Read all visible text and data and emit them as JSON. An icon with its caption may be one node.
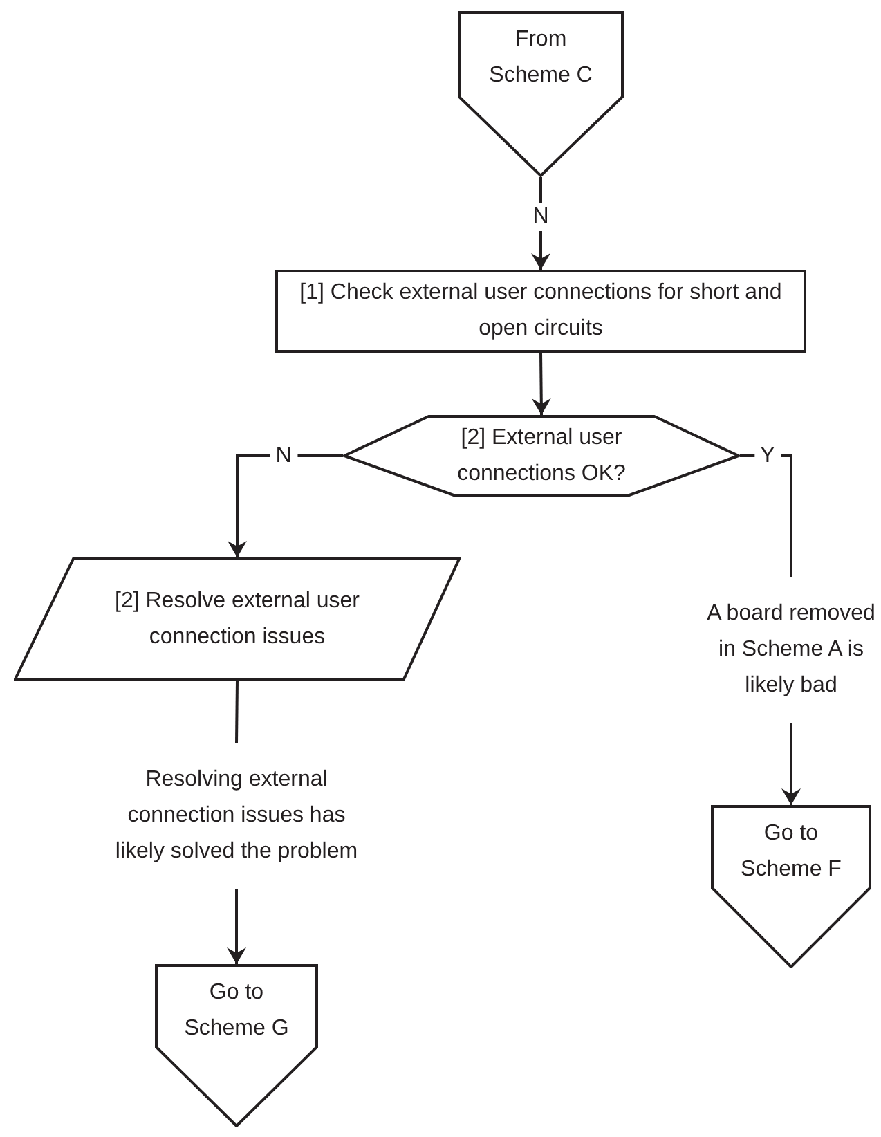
{
  "diagram": {
    "nodes": [
      {
        "text": [
          "From Scheme C"
        ]
      },
      {
        "text": [
          "[1] Check external user connections for short and open circuits"
        ]
      },
      {
        "text": [
          "[2] External user connections OK?"
        ]
      },
      {
        "text": [
          "[2] Resolve external user connection issues"
        ]
      },
      {
        "text": [
          "Resolving external connection issues has likely solved the problem"
        ]
      },
      {
        "text": [
          "Go to Scheme G"
        ]
      },
      {
        "text": [
          "A board removed in Scheme A is likely bad"
        ]
      },
      {
        "text": [
          "Go to Scheme F"
        ]
      }
    ],
    "edges": [
      {
        "from": 0,
        "to": 1,
        "arrow": "to",
        "label": "N"
      },
      {
        "from": 1,
        "to": 2,
        "arrow": "to"
      },
      {
        "from": 2,
        "to": 3,
        "arrow": "to",
        "label": "N"
      },
      {
        "from": 3,
        "to": 4,
        "arrow": "none"
      },
      {
        "from": 4,
        "to": 5,
        "arrow": "to"
      },
      {
        "from": 2,
        "to": 6,
        "arrow": "none",
        "label": "Y"
      },
      {
        "from": 6,
        "to": 7,
        "arrow": "to"
      }
    ]
  }
}
